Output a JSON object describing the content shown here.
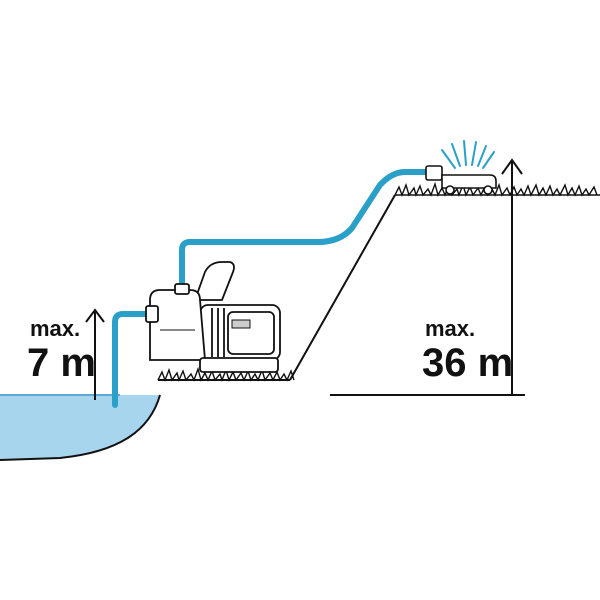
{
  "suction": {
    "prefix": "max.",
    "value": "7 m"
  },
  "delivery": {
    "prefix": "max.",
    "value": "36 m"
  },
  "colors": {
    "hose": "#2aa0c8",
    "water": "#a8d5ee",
    "line": "#111111"
  }
}
